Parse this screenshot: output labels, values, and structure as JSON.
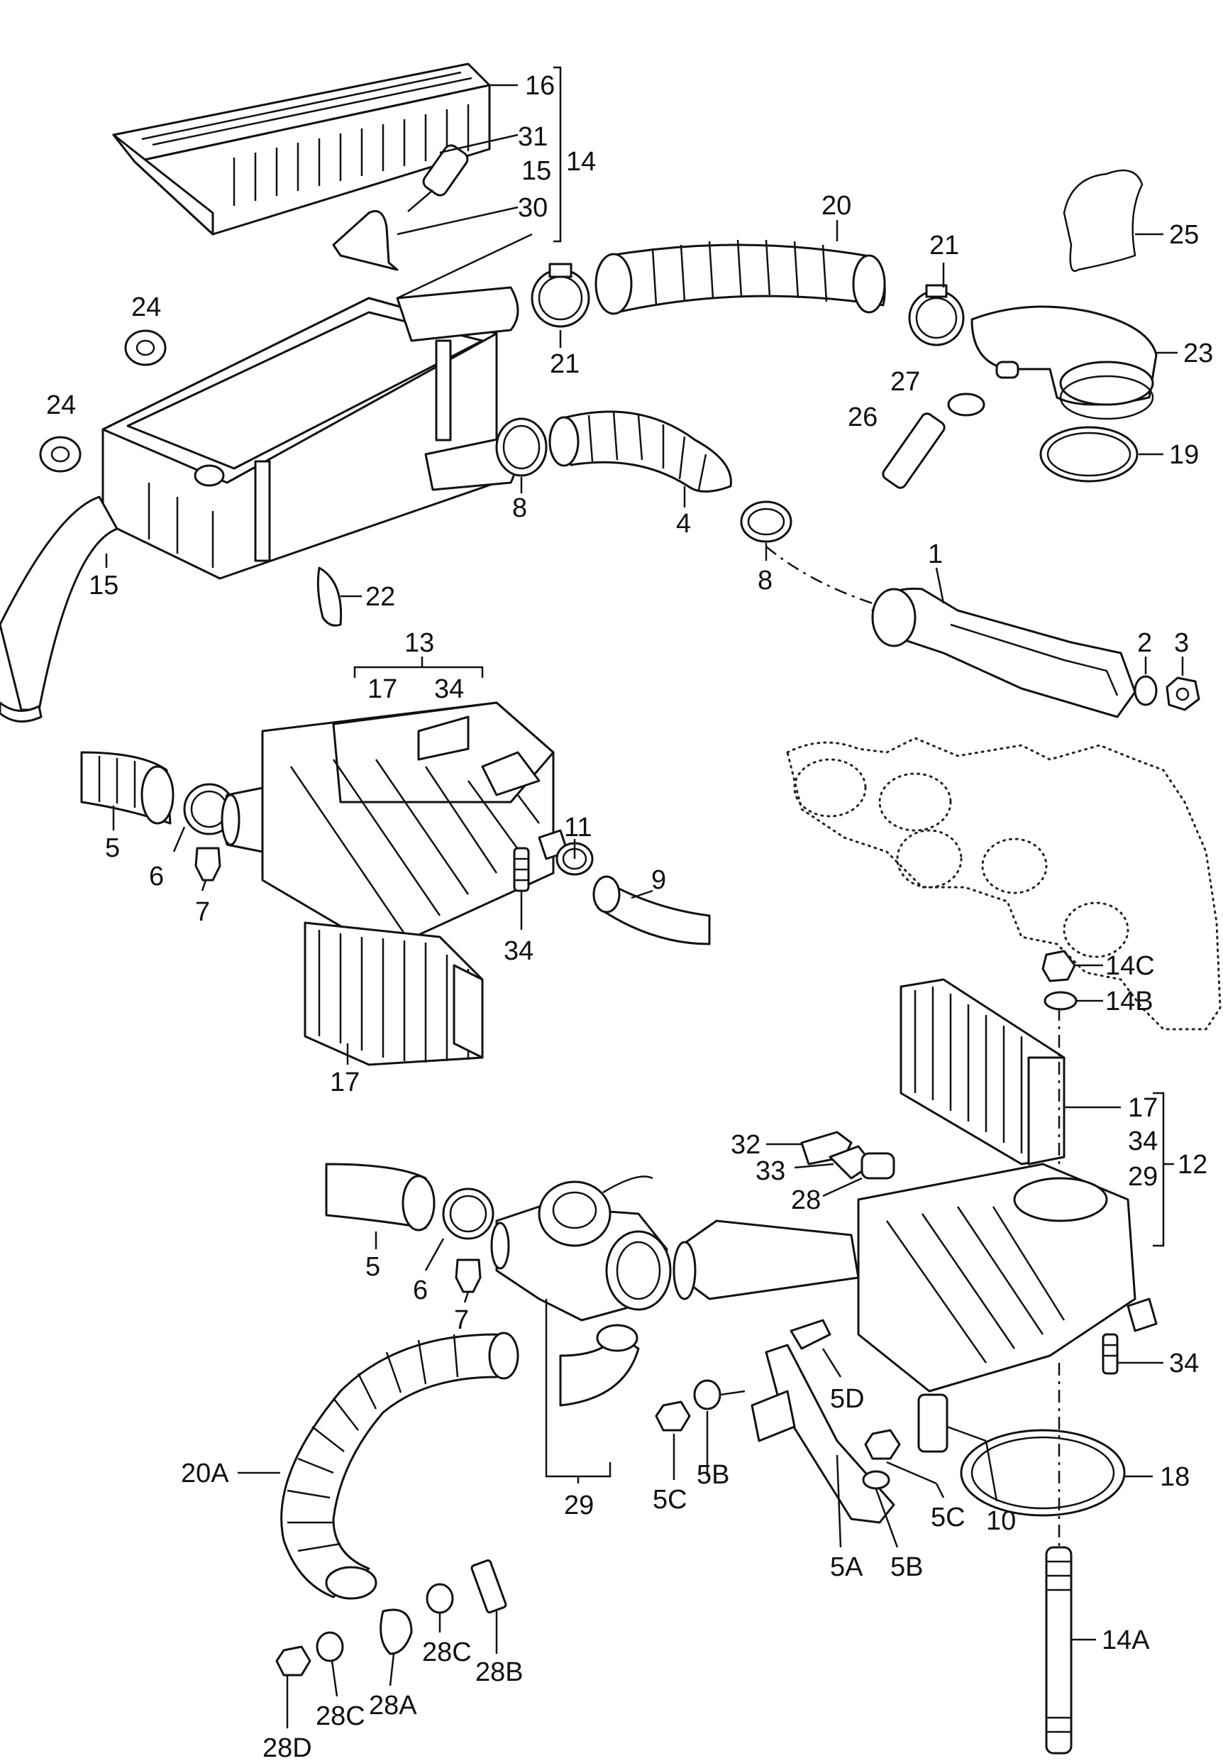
{
  "labels": {
    "l16": "16",
    "l31": "31",
    "l15a": "15",
    "l14": "14",
    "l30": "30",
    "l20": "20",
    "l21a": "21",
    "l21b": "21",
    "l25": "25",
    "l23": "23",
    "l24a": "24",
    "l24b": "24",
    "l27": "27",
    "l26": "26",
    "l19": "19",
    "l8a": "8",
    "l4": "4",
    "l8b": "8",
    "l15b": "15",
    "l22": "22",
    "l1": "1",
    "l2": "2",
    "l3": "3",
    "l13": "13",
    "l17a": "17",
    "l34a": "34",
    "l5a": "5",
    "l6a": "6",
    "l7a": "7",
    "l11": "11",
    "l9": "9",
    "l34b": "34",
    "l17b": "17",
    "l14C": "14C",
    "l14B": "14B",
    "l17c": "17",
    "l34c": "34",
    "l29a": "29",
    "l12": "12",
    "l32": "32",
    "l33": "33",
    "l28": "28",
    "l5b": "5",
    "l6b": "6",
    "l7b": "7",
    "l34d": "34",
    "l5D": "5D",
    "l20A": "20A",
    "l29b": "29",
    "l5C1": "5C",
    "l5B1": "5B",
    "l18": "18",
    "l10": "10",
    "l5C2": "5C",
    "l5A": "5A",
    "l5B2": "5B",
    "l28B": "28B",
    "l28C1": "28C",
    "l28A": "28A",
    "l28C2": "28C",
    "l28D": "28D",
    "l14A": "14A"
  }
}
